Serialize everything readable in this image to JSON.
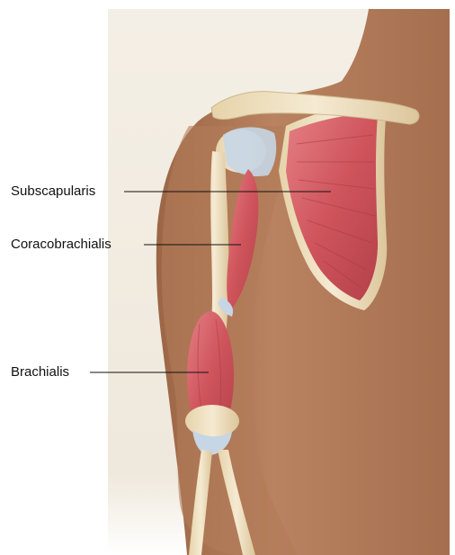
{
  "labels": {
    "subscapularis": "Subscapularis",
    "coracobrachialis": "Coracobrachialis",
    "brachialis": "Brachialis"
  },
  "colors": {
    "background": "#f1ece3",
    "skin": "#b47a55",
    "skin_dark": "#8f5a3b",
    "muscle": "#c94f57",
    "muscle_light": "#e07a80",
    "bone": "#efe2c4",
    "tendon": "#c6d6e4",
    "leader_line": "#111111"
  }
}
